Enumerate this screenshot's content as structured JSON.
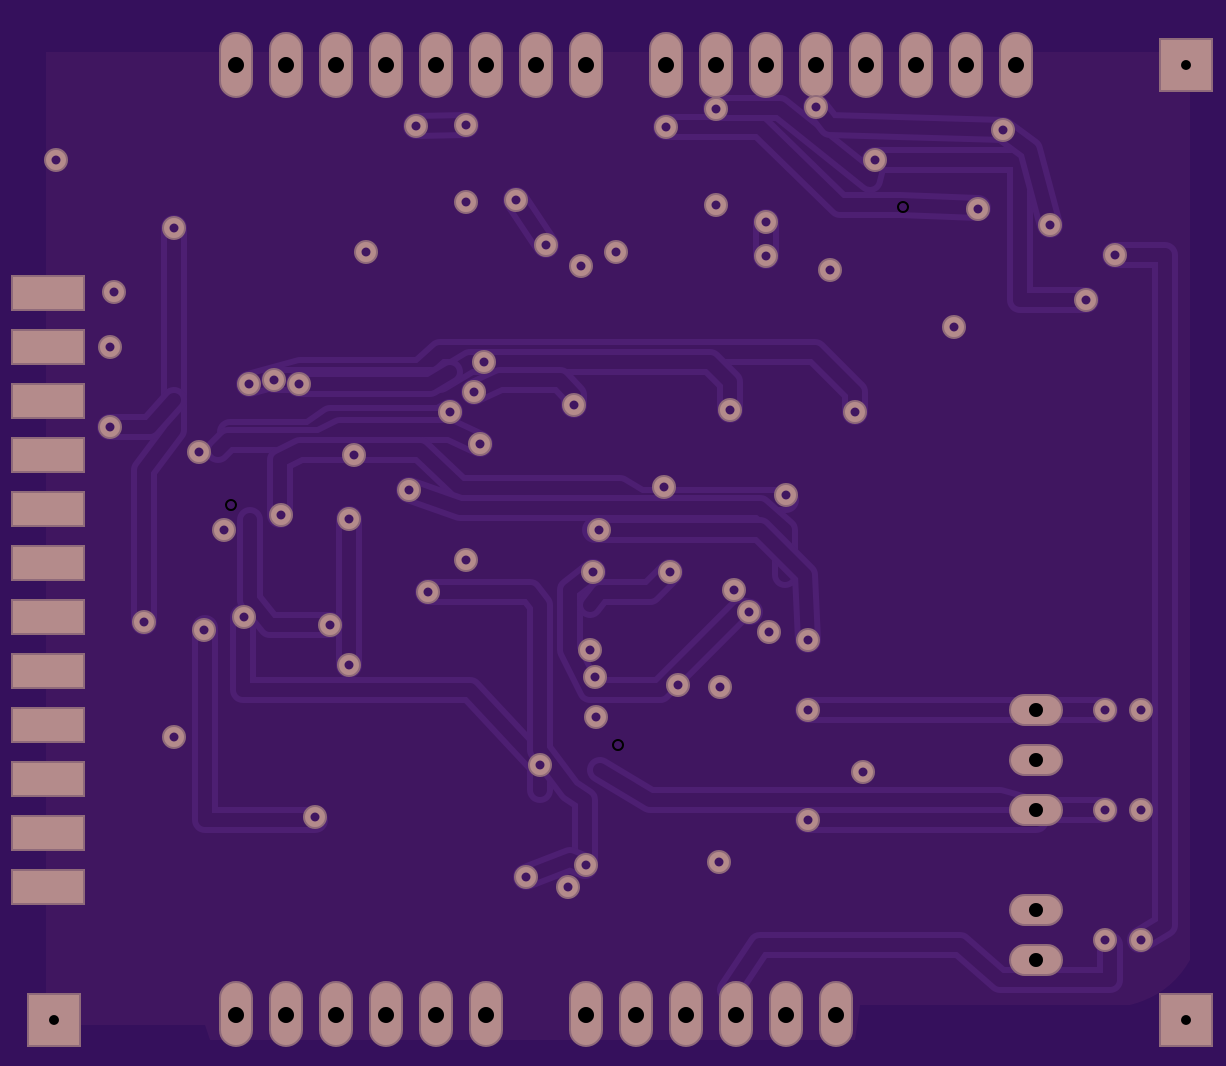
{
  "board": {
    "colors": {
      "substrate": "#35105c",
      "copper_pour": "#401660",
      "trace": "#401660",
      "trace_edge": "#4d1f72",
      "pad": "#b48b8b",
      "pad_edge": "#8f6a7a",
      "drill": "#000000"
    },
    "layers": [
      "substrate",
      "ground-pour",
      "traces",
      "pads",
      "vias"
    ],
    "pad_shapes": [
      "oval-header-pad",
      "square-smd-pad",
      "square-mount-pad",
      "round-via"
    ]
  }
}
